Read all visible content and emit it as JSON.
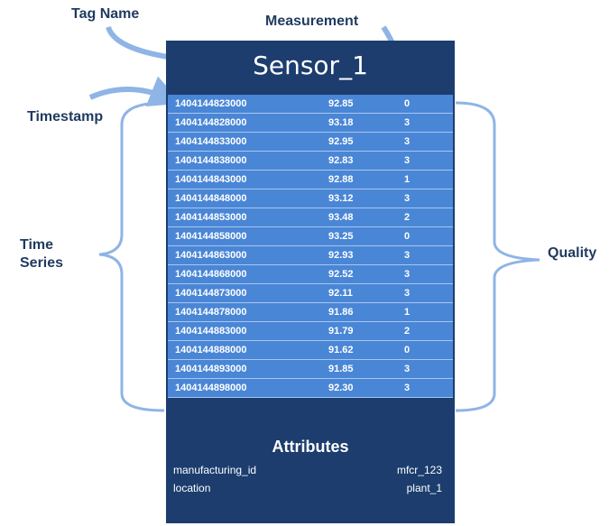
{
  "callouts": {
    "tag_name": "Tag Name",
    "measurement": "Measurement",
    "timestamp": "Timestamp",
    "time_series_line1": "Time",
    "time_series_line2": "Series",
    "quality": "Quality"
  },
  "sensor": {
    "title": "Sensor_1",
    "rows": [
      {
        "timestamp": "1404144823000",
        "value": "92.85",
        "quality": "0"
      },
      {
        "timestamp": "1404144828000",
        "value": "93.18",
        "quality": "3"
      },
      {
        "timestamp": "1404144833000",
        "value": "92.95",
        "quality": "3"
      },
      {
        "timestamp": "1404144838000",
        "value": "92.83",
        "quality": "3"
      },
      {
        "timestamp": "1404144843000",
        "value": "92.88",
        "quality": "1"
      },
      {
        "timestamp": "1404144848000",
        "value": "93.12",
        "quality": "3"
      },
      {
        "timestamp": "1404144853000",
        "value": "93.48",
        "quality": "2"
      },
      {
        "timestamp": "1404144858000",
        "value": "93.25",
        "quality": "0"
      },
      {
        "timestamp": "1404144863000",
        "value": "92.93",
        "quality": "3"
      },
      {
        "timestamp": "1404144868000",
        "value": "92.52",
        "quality": "3"
      },
      {
        "timestamp": "1404144873000",
        "value": "92.11",
        "quality": "3"
      },
      {
        "timestamp": "1404144878000",
        "value": "91.86",
        "quality": "1"
      },
      {
        "timestamp": "1404144883000",
        "value": "91.79",
        "quality": "2"
      },
      {
        "timestamp": "1404144888000",
        "value": "91.62",
        "quality": "0"
      },
      {
        "timestamp": "1404144893000",
        "value": "91.85",
        "quality": "3"
      },
      {
        "timestamp": "1404144898000",
        "value": "92.30",
        "quality": "3"
      }
    ]
  },
  "attributes": {
    "title": "Attributes",
    "items": [
      {
        "key": "manufacturing_id",
        "value": "mfcr_123"
      },
      {
        "key": "location",
        "value": "plant_1"
      }
    ]
  },
  "colors": {
    "panel": "#1c3d6e",
    "row": "#4a86d6",
    "callout_text": "#1f3a5f",
    "arrow": "#8fb4e6"
  }
}
